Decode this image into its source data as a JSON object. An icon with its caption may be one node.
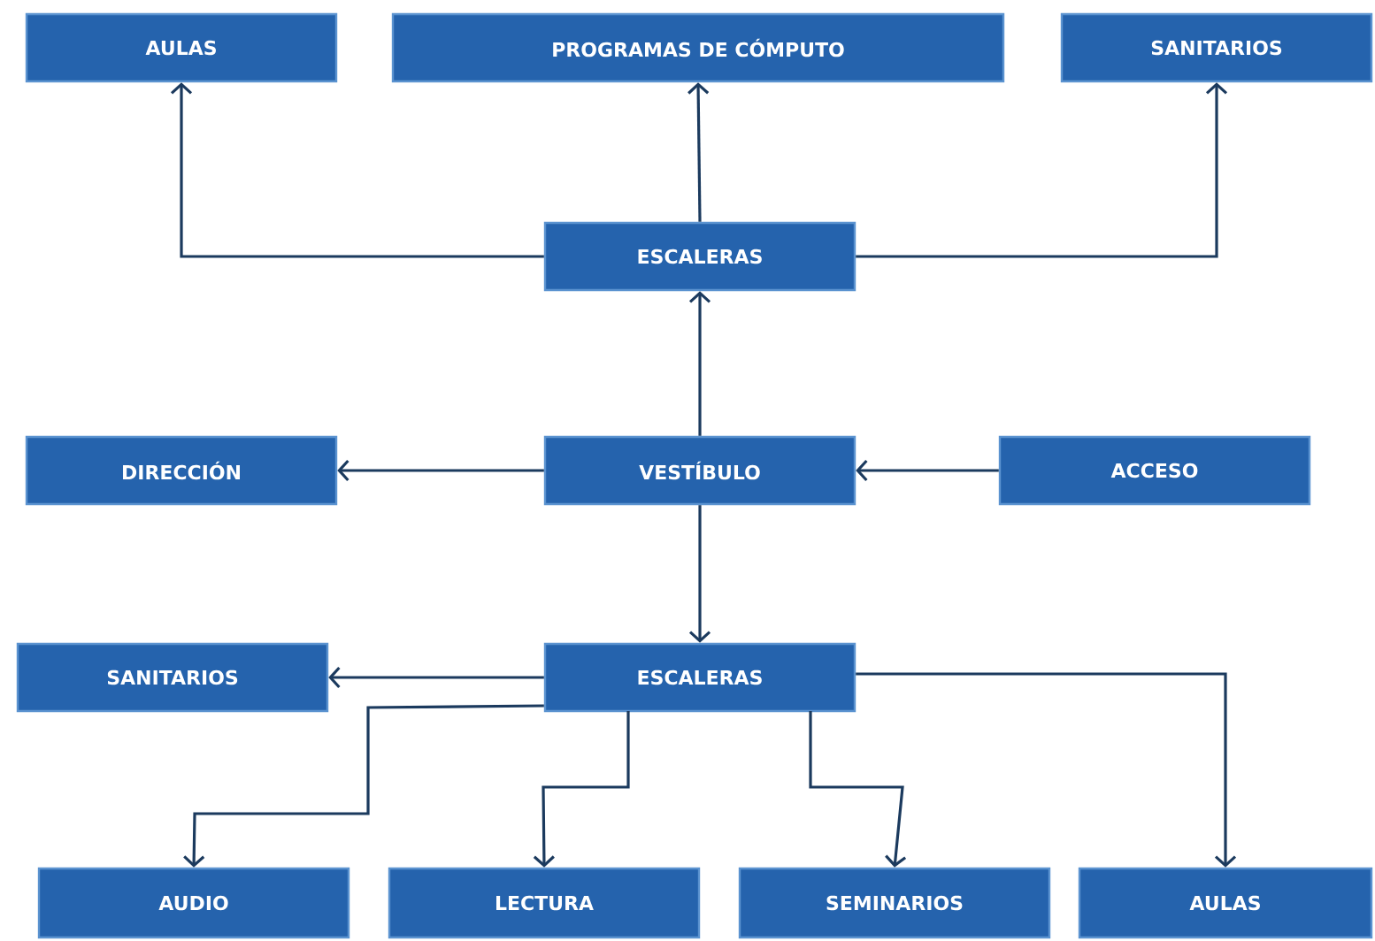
{
  "diagram": {
    "nodes": [
      {
        "text": [
          "AULAS"
        ]
      },
      {
        "text": [
          "PROGRAMAS DE CÓMPUTO"
        ]
      },
      {
        "text": [
          "SANITARIOS"
        ]
      },
      {
        "text": [
          "ESCALERAS"
        ]
      },
      {
        "text": [
          "DIRECCIÓN"
        ]
      },
      {
        "text": [
          "VESTÍBULO"
        ]
      },
      {
        "text": [
          "ACCESO"
        ]
      },
      {
        "text": [
          "SANITARIOS"
        ]
      },
      {
        "text": [
          "ESCALERAS"
        ]
      },
      {
        "text": [
          "AUDIO"
        ]
      },
      {
        "text": [
          "LECTURA"
        ]
      },
      {
        "text": [
          "SEMINARIOS"
        ]
      },
      {
        "text": [
          "AULAS"
        ]
      }
    ],
    "edges": [
      {
        "from": 3,
        "to": 0,
        "arrow": "to"
      },
      {
        "from": 3,
        "to": 1,
        "arrow": "to"
      },
      {
        "from": 3,
        "to": 2,
        "arrow": "to"
      },
      {
        "from": 5,
        "to": 3,
        "arrow": "to"
      },
      {
        "from": 5,
        "to": 4,
        "arrow": "to"
      },
      {
        "from": 6,
        "to": 5,
        "arrow": "to"
      },
      {
        "from": 5,
        "to": 8,
        "arrow": "to"
      },
      {
        "from": 8,
        "to": 7,
        "arrow": "to"
      },
      {
        "from": 8,
        "to": 9,
        "arrow": "to"
      },
      {
        "from": 8,
        "to": 10,
        "arrow": "to"
      },
      {
        "from": 8,
        "to": 11,
        "arrow": "to"
      },
      {
        "from": 8,
        "to": 12,
        "arrow": "to"
      }
    ]
  }
}
